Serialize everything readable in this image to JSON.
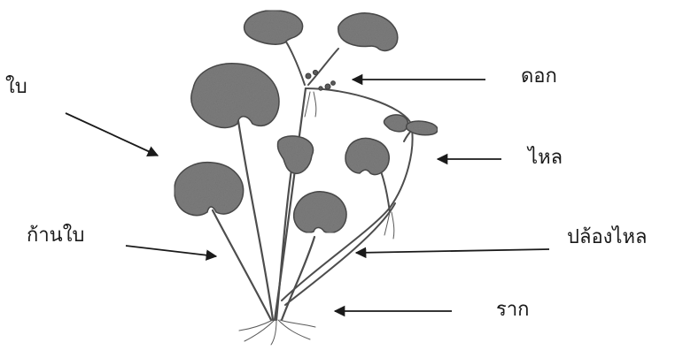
{
  "labels": {
    "leaf": "ใบ",
    "flower": "ดอก",
    "stolon": "ไหล",
    "petiole": "ก้านใบ",
    "stolon_node": "ปล้องไหล",
    "root": "ราก"
  },
  "colors": {
    "leaf_fill": "#7d7d7d",
    "leaf_edge": "#4a4a4a",
    "stem": "#4d4d4d",
    "arrow": "#1a1a1a",
    "background": "#ffffff"
  }
}
